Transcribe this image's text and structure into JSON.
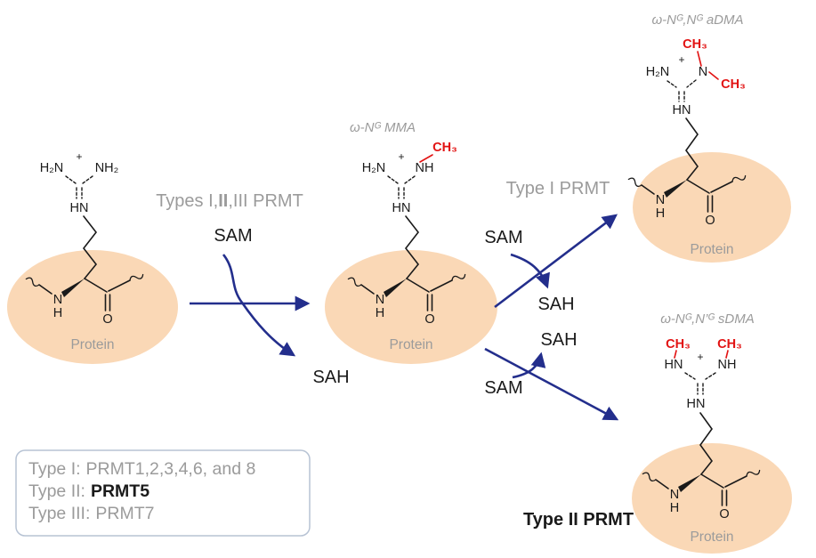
{
  "colors": {
    "arrow": "#232e8c",
    "methyl": "#e21313",
    "gray": "#9b9b9b",
    "protein_fill": "#fad8b6",
    "bond": "#1a1a1a",
    "legend_border": "#b7c3d4"
  },
  "labels": {
    "types_pre": "Types I,",
    "types_bold": "II",
    "types_post": ",III PRMT",
    "sam": "SAM",
    "sah": "SAH",
    "type1": "Type I PRMT",
    "type2": "Type II PRMT",
    "mma": "ω-Nᴳ MMA",
    "adma": "ω-Nᴳ,Nᴳ aDMA",
    "sdma": "ω-Nᴳ,N’ᴳ sDMA",
    "protein": "Protein"
  },
  "atoms": {
    "h2n": "H₂N",
    "nh2": "NH₂",
    "nh": "NH",
    "hn": "HN",
    "n": "N",
    "h": "H",
    "o": "O",
    "ch3": "CH₃",
    "plus": "+"
  },
  "legend": {
    "l1": "Type I:",
    "v1": "PRMT1,2,3,4,6, and 8",
    "l2": "Type II:",
    "v2": "PRMT5",
    "l3": "Type III:",
    "v3": "PRMT7"
  }
}
